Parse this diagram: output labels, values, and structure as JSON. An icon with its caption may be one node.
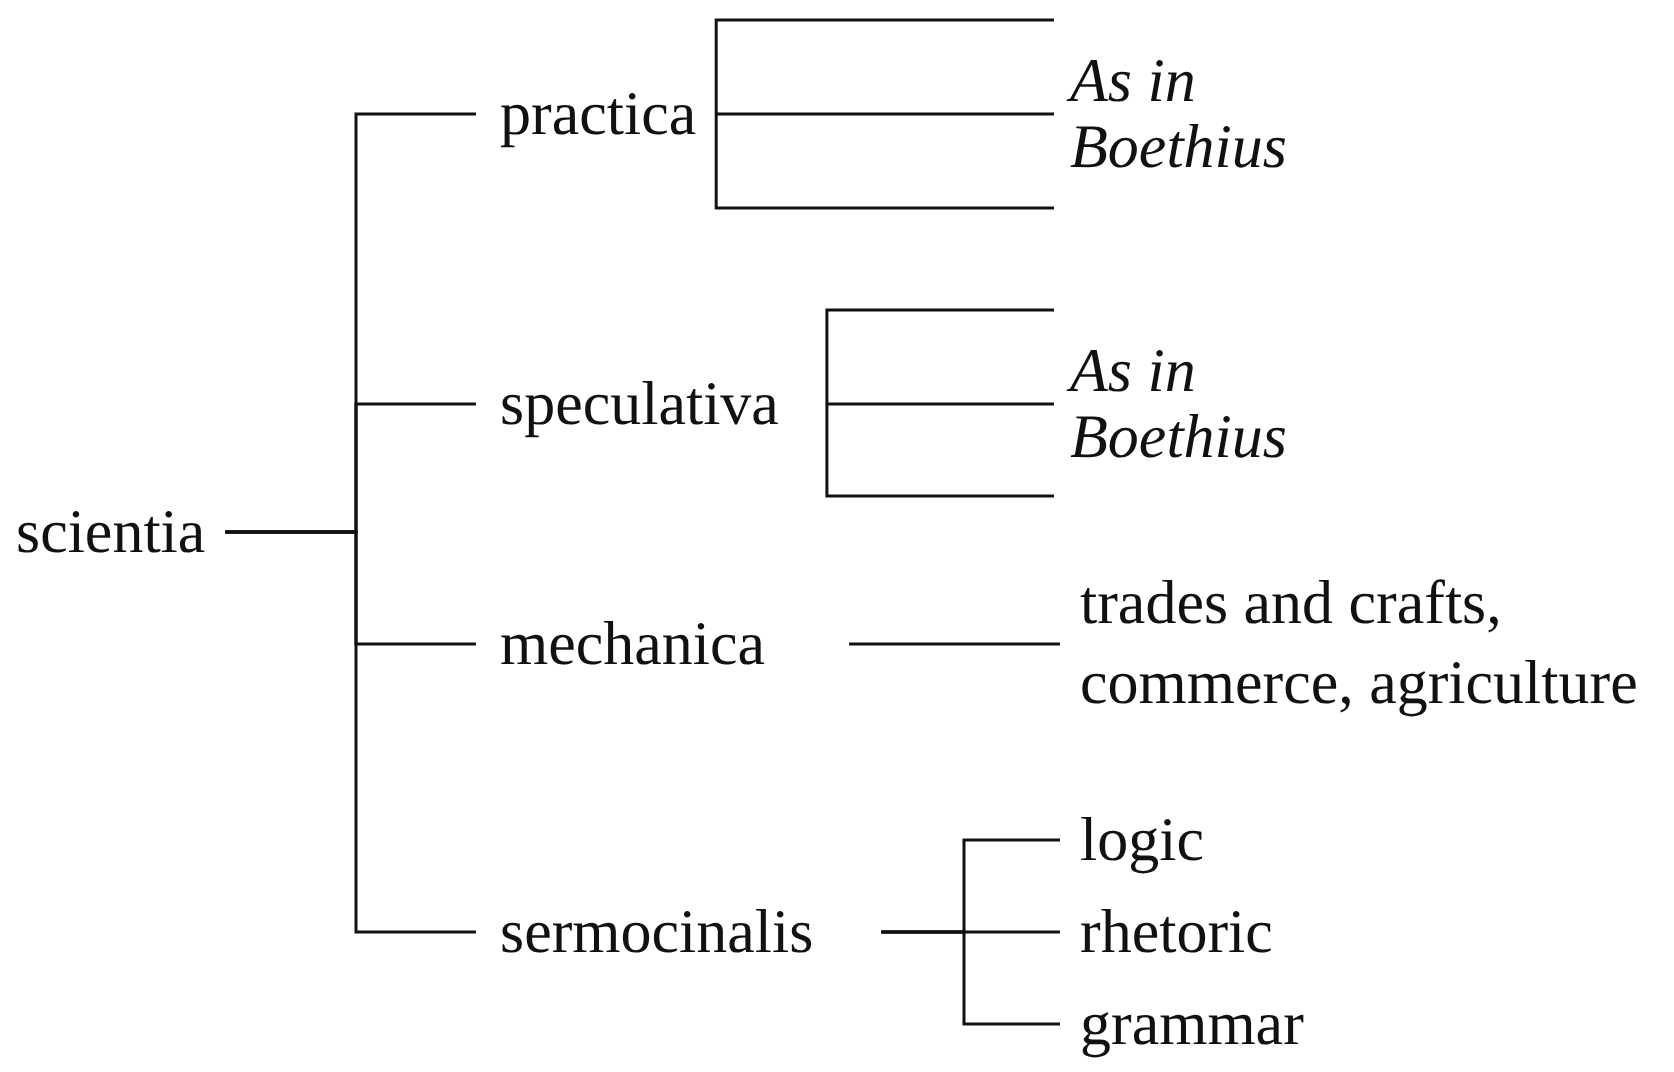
{
  "diagram": {
    "nodes": [
      {
        "text": [
          "scientia"
        ]
      },
      {
        "text": [
          "practica"
        ]
      },
      {
        "text": [
          "As in Boethius"
        ]
      },
      {
        "text": [
          "speculativa"
        ]
      },
      {
        "text": [
          "As in Boethius"
        ]
      },
      {
        "text": [
          "mechanica"
        ]
      },
      {
        "text": [
          "trades and crafts, commerce, agriculture"
        ]
      },
      {
        "text": [
          "sermocinalis"
        ]
      },
      {
        "text": [
          "logic"
        ]
      },
      {
        "text": [
          "rhetoric"
        ]
      },
      {
        "text": [
          "grammar"
        ]
      }
    ],
    "edges": [
      {
        "from": 0,
        "to": 1,
        "arrow": "none"
      },
      {
        "from": 0,
        "to": 3,
        "arrow": "none"
      },
      {
        "from": 0,
        "to": 5,
        "arrow": "none"
      },
      {
        "from": 0,
        "to": 7,
        "arrow": "none"
      },
      {
        "from": 1,
        "to": 2,
        "arrow": "none"
      },
      {
        "from": 1,
        "to": 2,
        "arrow": "none"
      },
      {
        "from": 1,
        "to": 2,
        "arrow": "none"
      },
      {
        "from": 3,
        "to": 4,
        "arrow": "none"
      },
      {
        "from": 3,
        "to": 4,
        "arrow": "none"
      },
      {
        "from": 3,
        "to": 4,
        "arrow": "none"
      },
      {
        "from": 5,
        "to": 6,
        "arrow": "none"
      },
      {
        "from": 7,
        "to": 8,
        "arrow": "none"
      },
      {
        "from": 7,
        "to": 9,
        "arrow": "none"
      },
      {
        "from": 7,
        "to": 10,
        "arrow": "none"
      }
    ]
  }
}
